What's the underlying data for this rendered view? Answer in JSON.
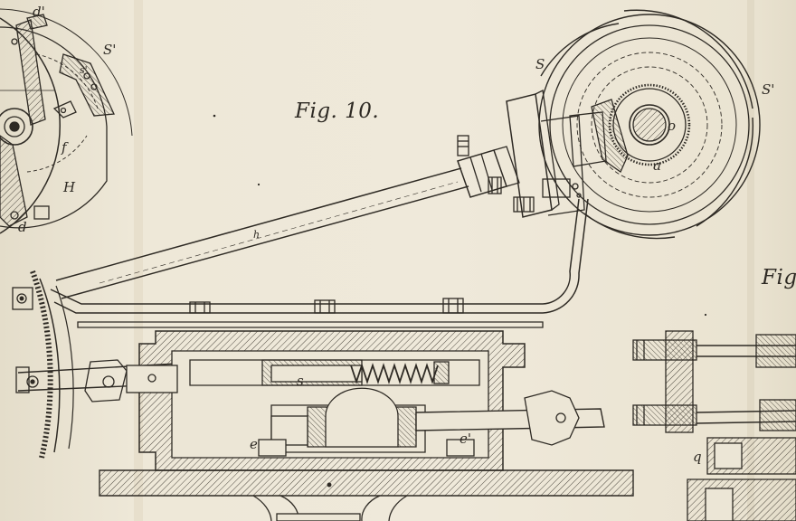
{
  "figure": {
    "caption": "Fig. 10.",
    "caption_right_partial": "Fig"
  },
  "labels": {
    "d_prime": "d'",
    "s_prime_top": "S'",
    "s_prime_small": "s'",
    "f": "f",
    "H": "H",
    "d": "d",
    "S": "S",
    "S_prime_right": "S'",
    "o": "o",
    "a": "a",
    "h": "h",
    "s": "s",
    "e": "e",
    "e_prime": "e'",
    "q": "q"
  },
  "colors": {
    "paper": "#ece6d6",
    "ink": "#2e2a24"
  }
}
